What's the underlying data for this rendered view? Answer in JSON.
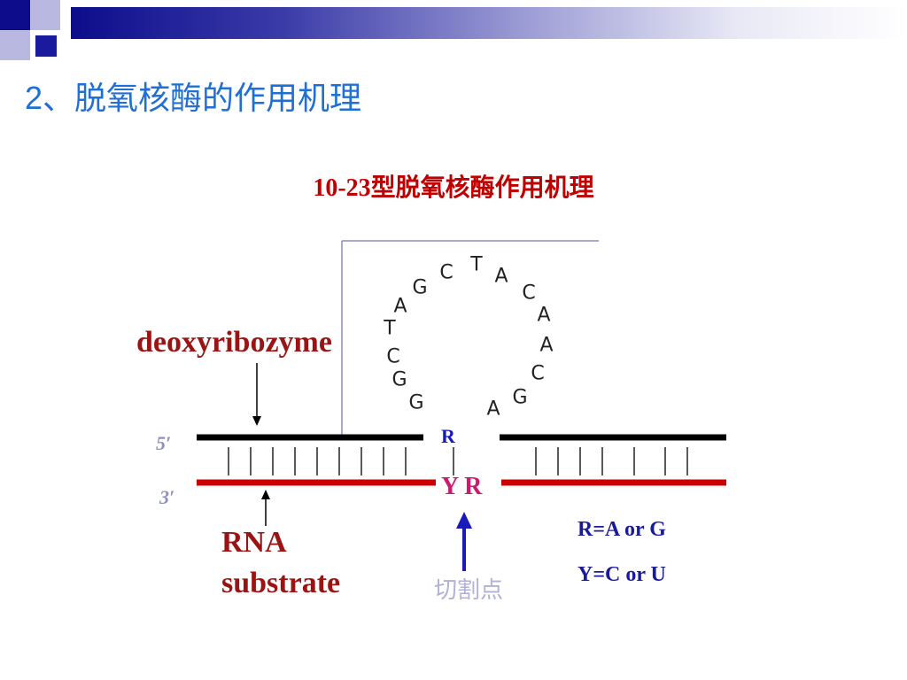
{
  "slide": {
    "title": "2、脱氧核酶的作用机理",
    "colors": {
      "title": "#1f6fd6",
      "figure_title": "#c00000",
      "header_dark": "#0d0d8c"
    }
  },
  "figure": {
    "title": "10-23型脱氧核酶作用机理",
    "deoxyribozyme_label": "deoxyribozyme",
    "rna_label_line1": "RNA",
    "rna_label_line2": "substrate",
    "five_prime": "5′",
    "three_prime": "3′",
    "r_label": "R",
    "yr_label": "Y R",
    "cleavage_label": "切割点",
    "legend": [
      "R=A or G",
      "Y=C or U"
    ],
    "loop_letters": [
      "G",
      "G",
      "C",
      "T",
      "A",
      "G",
      "C",
      "T",
      "A",
      "C",
      "A",
      "A",
      "C",
      "G",
      "A"
    ],
    "colors": {
      "dna_strand": "#000000",
      "rna_strand": "#cc0000",
      "arrow": "#1a1ab8"
    }
  }
}
